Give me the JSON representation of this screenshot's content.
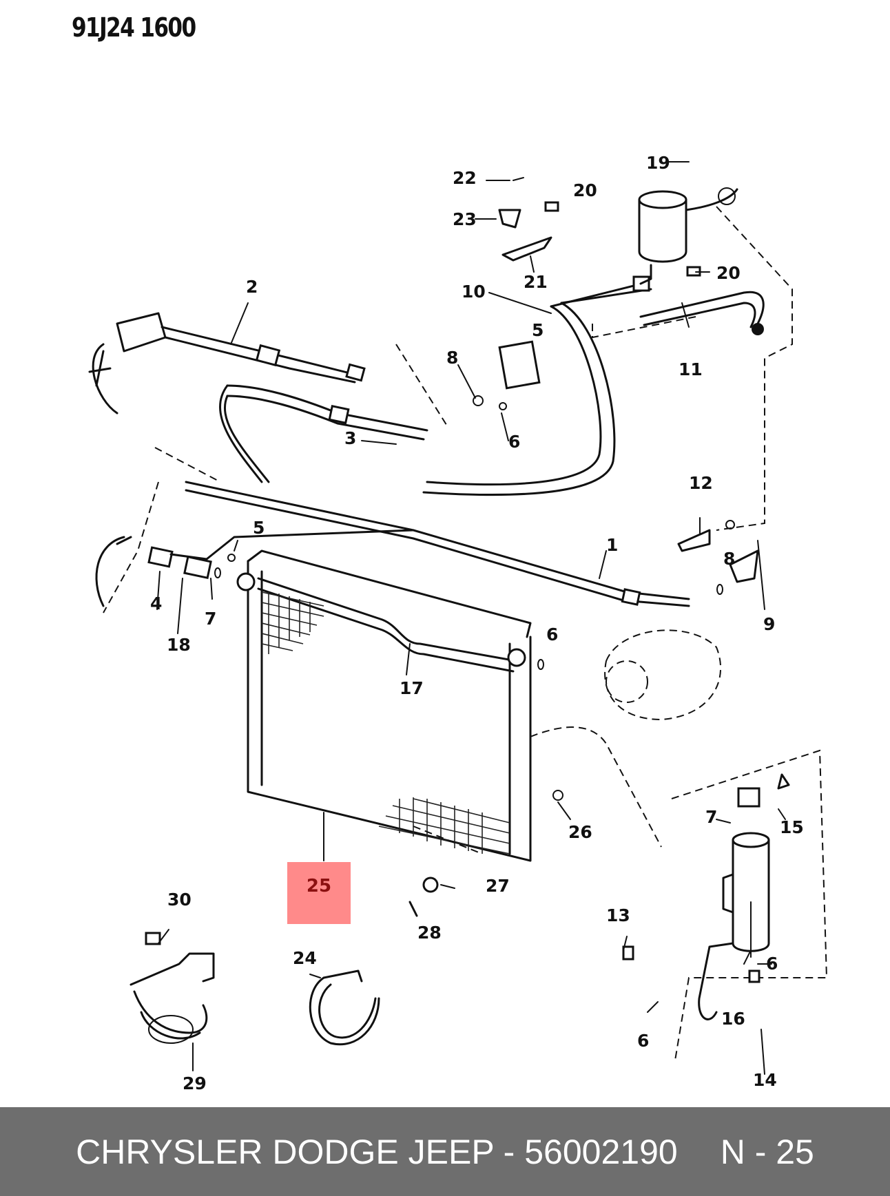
{
  "reference_code": "91J24 1600",
  "callouts": [
    "1",
    "2",
    "3",
    "4",
    "5",
    "5",
    "6",
    "6",
    "6",
    "6",
    "7",
    "7",
    "8",
    "8",
    "9",
    "10",
    "11",
    "12",
    "13",
    "14",
    "15",
    "16",
    "17",
    "18",
    "19",
    "20",
    "20",
    "21",
    "22",
    "23",
    "24",
    "26",
    "27",
    "28",
    "29",
    "30"
  ],
  "highlighted_callout": "25",
  "highlight_color": "#ff8a8a",
  "footer": {
    "brand_part": "CHRYSLER DODGE JEEP - 56002190",
    "page_ref": "N - 25"
  },
  "footer_color": "#6e6e6e"
}
